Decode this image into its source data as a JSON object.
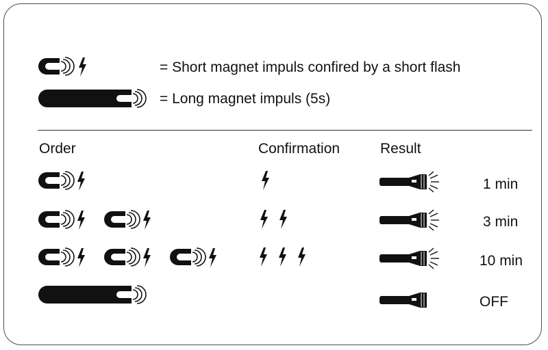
{
  "legend": {
    "short": {
      "icons": [
        "magnet-icon",
        "flash-icon"
      ],
      "text": "= Short magnet impuls confired by a short flash"
    },
    "long": {
      "icons": [
        "long-magnet-icon"
      ],
      "text": "= Long magnet impuls (5s)"
    }
  },
  "headers": {
    "order": "Order",
    "confirmation": "Confirmation",
    "result": "Result"
  },
  "rows": [
    {
      "order_short_count": 1,
      "order_long": false,
      "flash_count": 1,
      "light_on": true,
      "result": "1 min"
    },
    {
      "order_short_count": 2,
      "order_long": false,
      "flash_count": 2,
      "light_on": true,
      "result": "3 min"
    },
    {
      "order_short_count": 3,
      "order_long": false,
      "flash_count": 3,
      "light_on": true,
      "result": "10 min"
    },
    {
      "order_short_count": 0,
      "order_long": true,
      "flash_count": 0,
      "light_on": false,
      "result": "OFF"
    }
  ],
  "icons": [
    "magnet-icon",
    "flash-icon",
    "long-magnet-icon",
    "flashlight-icon",
    "light-rays-icon"
  ],
  "colors": {
    "ink": "#111111",
    "border": "#4a4a4a"
  }
}
